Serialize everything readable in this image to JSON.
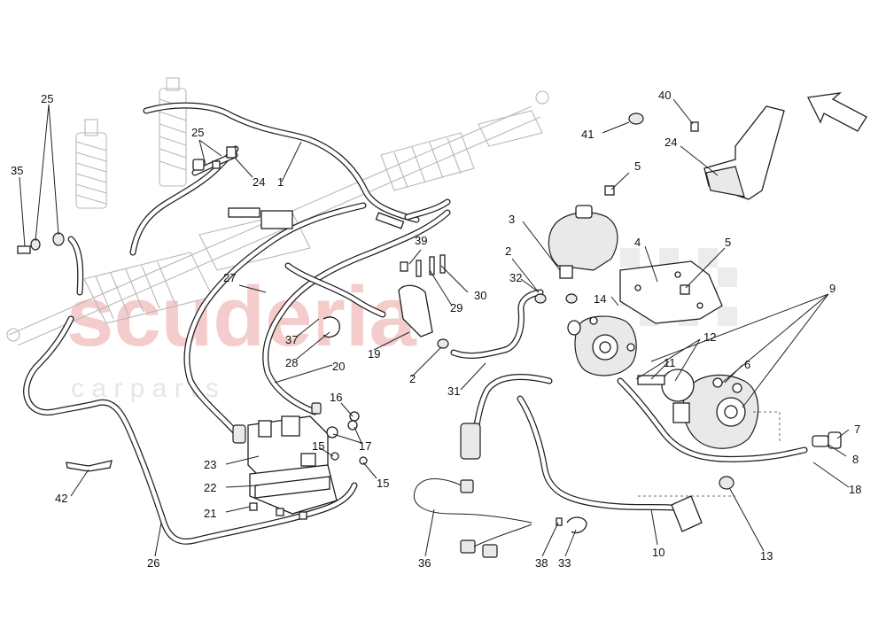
{
  "watermark": {
    "main": "scuderia",
    "sub": "c a r   p a r t s",
    "color": "#f2c4c4"
  },
  "callouts": [
    {
      "id": "c-25a",
      "text": "25"
    },
    {
      "id": "c-35",
      "text": "35"
    },
    {
      "id": "c-25b",
      "text": "25"
    },
    {
      "id": "c-24a",
      "text": "24"
    },
    {
      "id": "c-1",
      "text": "1"
    },
    {
      "id": "c-27",
      "text": "27"
    },
    {
      "id": "c-39",
      "text": "39"
    },
    {
      "id": "c-2a",
      "text": "2"
    },
    {
      "id": "c-29",
      "text": "29"
    },
    {
      "id": "c-30",
      "text": "30"
    },
    {
      "id": "c-32",
      "text": "32"
    },
    {
      "id": "c-37",
      "text": "37"
    },
    {
      "id": "c-28",
      "text": "28"
    },
    {
      "id": "c-19",
      "text": "19"
    },
    {
      "id": "c-20",
      "text": "20"
    },
    {
      "id": "c-2b",
      "text": "2"
    },
    {
      "id": "c-31",
      "text": "31"
    },
    {
      "id": "c-16",
      "text": "16"
    },
    {
      "id": "c-17",
      "text": "17"
    },
    {
      "id": "c-15a",
      "text": "15"
    },
    {
      "id": "c-15b",
      "text": "15"
    },
    {
      "id": "c-23",
      "text": "23"
    },
    {
      "id": "c-22",
      "text": "22"
    },
    {
      "id": "c-21",
      "text": "21"
    },
    {
      "id": "c-42",
      "text": "42"
    },
    {
      "id": "c-26",
      "text": "26"
    },
    {
      "id": "c-36",
      "text": "36"
    },
    {
      "id": "c-38",
      "text": "38"
    },
    {
      "id": "c-33",
      "text": "33"
    },
    {
      "id": "c-10",
      "text": "10"
    },
    {
      "id": "c-41",
      "text": "41"
    },
    {
      "id": "c-40",
      "text": "40"
    },
    {
      "id": "c-24b",
      "text": "24"
    },
    {
      "id": "c-5a",
      "text": "5"
    },
    {
      "id": "c-3",
      "text": "3"
    },
    {
      "id": "c-4",
      "text": "4"
    },
    {
      "id": "c-5b",
      "text": "5"
    },
    {
      "id": "c-14",
      "text": "14"
    },
    {
      "id": "c-9",
      "text": "9"
    },
    {
      "id": "c-12",
      "text": "12"
    },
    {
      "id": "c-11",
      "text": "11"
    },
    {
      "id": "c-6",
      "text": "6"
    },
    {
      "id": "c-7",
      "text": "7"
    },
    {
      "id": "c-8",
      "text": "8"
    },
    {
      "id": "c-18",
      "text": "18"
    },
    {
      "id": "c-13",
      "text": "13"
    }
  ]
}
